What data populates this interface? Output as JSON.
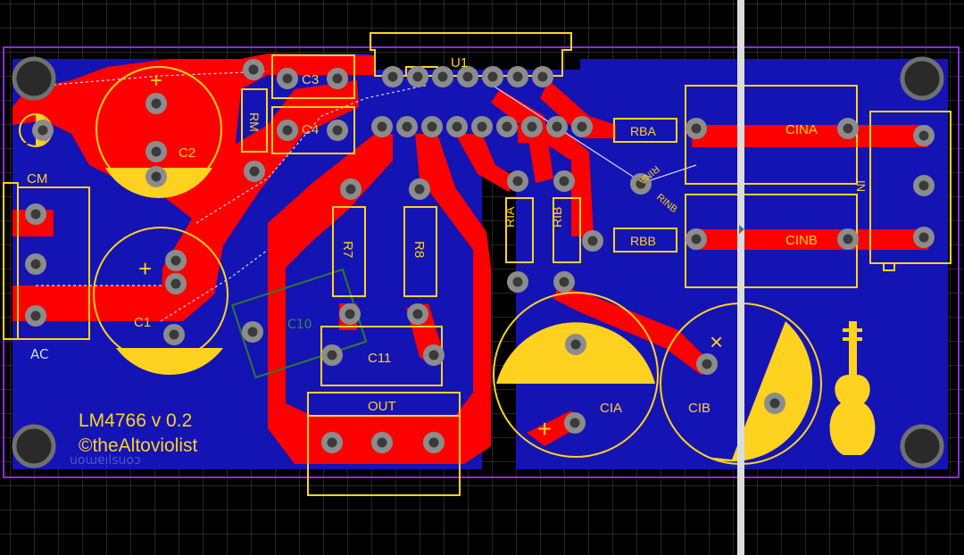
{
  "board": {
    "title": "LM4766 v 0.2",
    "credit": "©theAltoviolist",
    "mirrored_text": "uoɯɐᴉlsuoɔ"
  },
  "components": {
    "u1": "U1",
    "c3": "C3",
    "c4": "C4",
    "rm": "RM",
    "c2": "C2",
    "cm": "CM",
    "ac": "AC",
    "c1": "C1",
    "r7": "R7",
    "r8": "R8",
    "c11": "C11",
    "out": "OUT",
    "c10": "C10",
    "ria": "RIA",
    "rib": "RIB",
    "rba": "RBA",
    "rbb": "RBB",
    "cina": "CINA",
    "cinb": "CINB",
    "rina": "RINA",
    "rinb": "RINB",
    "cia": "CIA",
    "cib": "CIB",
    "in": "IN"
  },
  "polarity": {
    "plus": "+",
    "times": "×"
  },
  "colors": {
    "background": "#000000",
    "grid": "#4a4a4a",
    "copper_bottom": "#1414b4",
    "copper_top": "#ff0000",
    "silkscreen": "#ffd21f",
    "pad": "#8c8c8c",
    "outline": "#8a2be2",
    "ruler": "#dcdcdc"
  },
  "icons": {
    "logo": "violin-icon",
    "marker": "chevron-right-icon"
  }
}
